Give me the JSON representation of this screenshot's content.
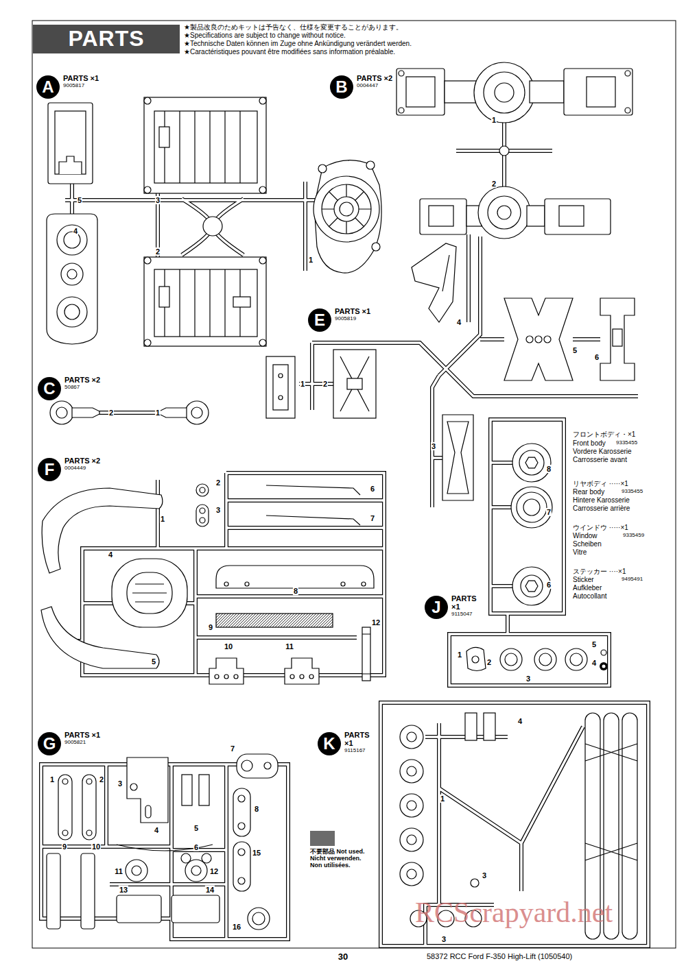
{
  "diagram": {
    "title": "PARTS",
    "nodes": [
      {
        "text": [
          "A",
          "PARTS ×1",
          "9005817"
        ]
      },
      {
        "text": [
          "B",
          "PARTS ×2",
          "0004447"
        ]
      },
      {
        "text": [
          "C",
          "PARTS ×2",
          "50867"
        ]
      },
      {
        "text": [
          "E",
          "PARTS ×1",
          "9005819"
        ]
      },
      {
        "text": [
          "F",
          "PARTS ×2",
          "0004449"
        ]
      },
      {
        "text": [
          "J",
          "PARTS ×1",
          "9115047"
        ]
      },
      {
        "text": [
          "G",
          "PARTS ×1",
          "9005821"
        ]
      },
      {
        "text": [
          "K",
          "PARTS ×1",
          "9115167"
        ]
      }
    ],
    "labels": [
      "★製品改良のためキットは予告なく、仕様を変更することがあります。",
      "★Specifications are subject to change without notice.",
      "★Technische Daten können im Zuge ohne Ankündigung verändert werden.",
      "★Caractéristiques pouvant être modifiées sans information préalable.",
      "5",
      "3",
      "4",
      "2",
      "1",
      "1",
      "2",
      "4",
      "5",
      "6",
      "2",
      "1",
      "1",
      "2",
      "3",
      "1",
      "2",
      "3",
      "6",
      "7",
      "4",
      "8",
      "9",
      "5",
      "10",
      "11",
      "12",
      "8",
      "7",
      "6",
      "1",
      "2",
      "3",
      "5",
      "4",
      "1",
      "2",
      "3",
      "4",
      "5",
      "6",
      "7",
      "8",
      "9",
      "10",
      "11",
      "12",
      "13",
      "14",
      "15",
      "16",
      "4",
      "1",
      "3",
      "3",
      "フロントボディ・×1",
      "Front body",
      "9335455",
      "Vordere Karosserie",
      "Carrosserie avant",
      "リヤボディ ·····×1",
      "Rear body",
      "9335455",
      "Hintere Karosserie",
      "Carrosserie arrière",
      "ウインドウ ·····×1",
      "Window",
      "9335459",
      "Scheiben",
      "Vitre",
      "ステッカー ····×1",
      "Sticker",
      "9495491",
      "Aufkleber",
      "Autocollant",
      "30",
      "58372 RCC Ford F-350 High-Lift (1050540)",
      "RCScrapyard.net"
    ],
    "legend": [
      {
        "text": "不要部品 Not used. Nicht verwenden. Non utilisées.",
        "color": "#6b6b6b"
      }
    ]
  }
}
